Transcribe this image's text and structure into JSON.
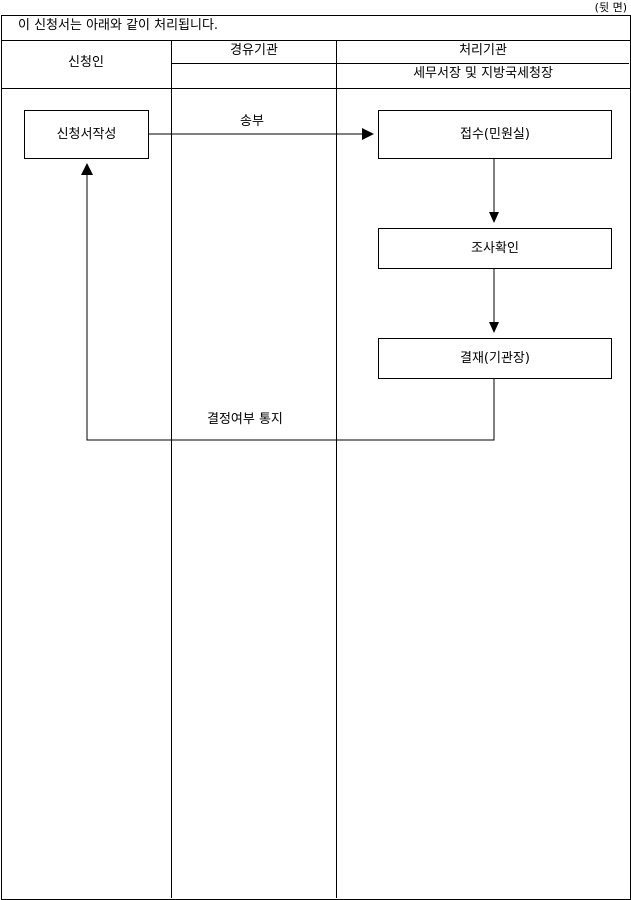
{
  "page_note": "(뒷 면)",
  "intro": "이 신청서는 아래와 같이 처리됩니다.",
  "columns": {
    "applicant": "신청인",
    "intermediary": "경유기관",
    "processing": "처리기관",
    "processing_sub": "세무서장 및 지방국세청장"
  },
  "steps": {
    "write": "신청서작성",
    "send": "송부",
    "receive": "접수(민원실)",
    "investigate": "조사확인",
    "approve": "결재(기관장)",
    "notify": "결정여부 통지"
  }
}
